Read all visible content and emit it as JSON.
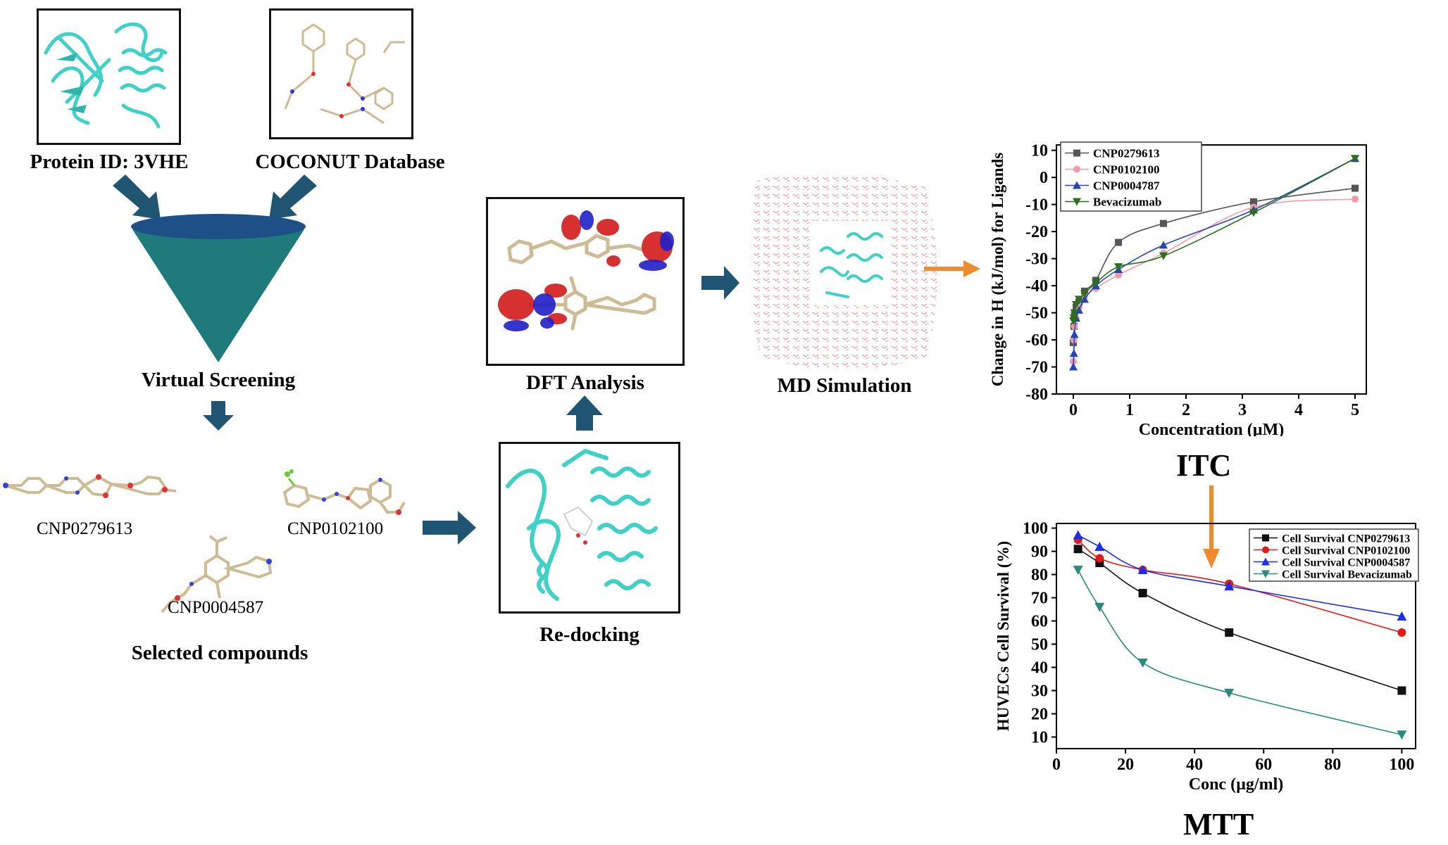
{
  "colors": {
    "arrow_dark": "#1f5573",
    "arrow_orange": "#ef8b2c",
    "funnel": "#1f7b7b",
    "funnel_rim": "#1e4f86",
    "protein": "#3fd0c6",
    "ligand": "#cdbb95"
  },
  "labels": {
    "protein_id": "Protein ID: 3VHE",
    "coconut": "COCONUT Database",
    "virtual_screening": "Virtual Screening",
    "selected": "Selected compounds",
    "dft": "DFT Analysis",
    "md": "MD Simulation",
    "redocking": "Re-docking",
    "itc": "ITC",
    "mtt": "MTT"
  },
  "compounds": [
    "CNP0279613",
    "CNP0102100",
    "CNP0004587"
  ],
  "chart_data": [
    {
      "type": "line",
      "title": "ITC",
      "xlabel": "Concentration (µM)",
      "ylabel": "Change in H (kJ/mol) for Ligands",
      "xlim": [
        -0.3,
        5.2
      ],
      "ylim": [
        -80,
        12
      ],
      "xticks": [
        0,
        1,
        2,
        3,
        4,
        5
      ],
      "yticks": [
        10,
        0,
        -10,
        -20,
        -30,
        -40,
        -50,
        -60,
        -70,
        -80
      ],
      "legend_position": "top-left",
      "series": [
        {
          "name": "CNP0279613",
          "color": "#555555",
          "marker": "square",
          "x": [
            0,
            0.01,
            0.02,
            0.05,
            0.1,
            0.2,
            0.4,
            0.8,
            1.6,
            3.2,
            5
          ],
          "y": [
            -61,
            -55,
            -51,
            -48,
            -46,
            -42,
            -38,
            -24,
            -17,
            -9,
            -4
          ]
        },
        {
          "name": "CNP0102100",
          "color": "#f09aac",
          "marker": "circle",
          "x": [
            0,
            0.01,
            0.02,
            0.05,
            0.1,
            0.2,
            0.4,
            0.8,
            1.6,
            3.2,
            5
          ],
          "y": [
            -68,
            -60,
            -55,
            -52,
            -48,
            -44,
            -41,
            -36,
            -28,
            -11,
            -8
          ]
        },
        {
          "name": "CNP0004787",
          "color": "#2446b0",
          "marker": "triangle-up",
          "x": [
            0,
            0.01,
            0.02,
            0.05,
            0.1,
            0.2,
            0.4,
            0.8,
            1.6,
            3.2,
            5
          ],
          "y": [
            -70,
            -65,
            -58,
            -52,
            -49,
            -45,
            -40,
            -34,
            -25,
            -12,
            7
          ]
        },
        {
          "name": "Bevacizumab",
          "color": "#2d6e1e",
          "marker": "triangle-down",
          "x": [
            0,
            0.01,
            0.02,
            0.05,
            0.1,
            0.2,
            0.4,
            0.8,
            1.6,
            3.2,
            5
          ],
          "y": [
            -53,
            -52,
            -50,
            -47,
            -45,
            -43,
            -39,
            -33,
            -29,
            -13,
            7
          ]
        }
      ]
    },
    {
      "type": "line",
      "title": "MTT",
      "xlabel": "Conc (µg/ml)",
      "ylabel": "HUVECs Cell Survival (%)",
      "xlim": [
        0,
        104
      ],
      "ylim": [
        5,
        102
      ],
      "xticks": [
        0,
        20,
        40,
        60,
        80,
        100
      ],
      "yticks": [
        100,
        90,
        80,
        70,
        60,
        50,
        40,
        30,
        20,
        10
      ],
      "legend_position": "top-right",
      "series": [
        {
          "name": "Cell Survival CNP0279613",
          "color": "#111111",
          "marker": "square",
          "x": [
            6.25,
            12.5,
            25,
            50,
            100
          ],
          "y": [
            91,
            85,
            72,
            55,
            30
          ]
        },
        {
          "name": "Cell Survival CNP0102100",
          "color": "#e01b1b",
          "marker": "circle",
          "x": [
            6.25,
            12.5,
            25,
            50,
            100
          ],
          "y": [
            95,
            87,
            82,
            76,
            55
          ]
        },
        {
          "name": "Cell Survival CNP0004587",
          "color": "#1d2ee8",
          "marker": "triangle-up",
          "x": [
            6.25,
            12.5,
            25,
            50,
            100
          ],
          "y": [
            97,
            92,
            82,
            75,
            62
          ]
        },
        {
          "name": "Cell Survival  Bevacizumab",
          "color": "#2b8a7b",
          "marker": "triangle-down",
          "x": [
            6.25,
            12.5,
            25,
            50,
            100
          ],
          "y": [
            82,
            66,
            42,
            29,
            11
          ]
        }
      ]
    }
  ]
}
